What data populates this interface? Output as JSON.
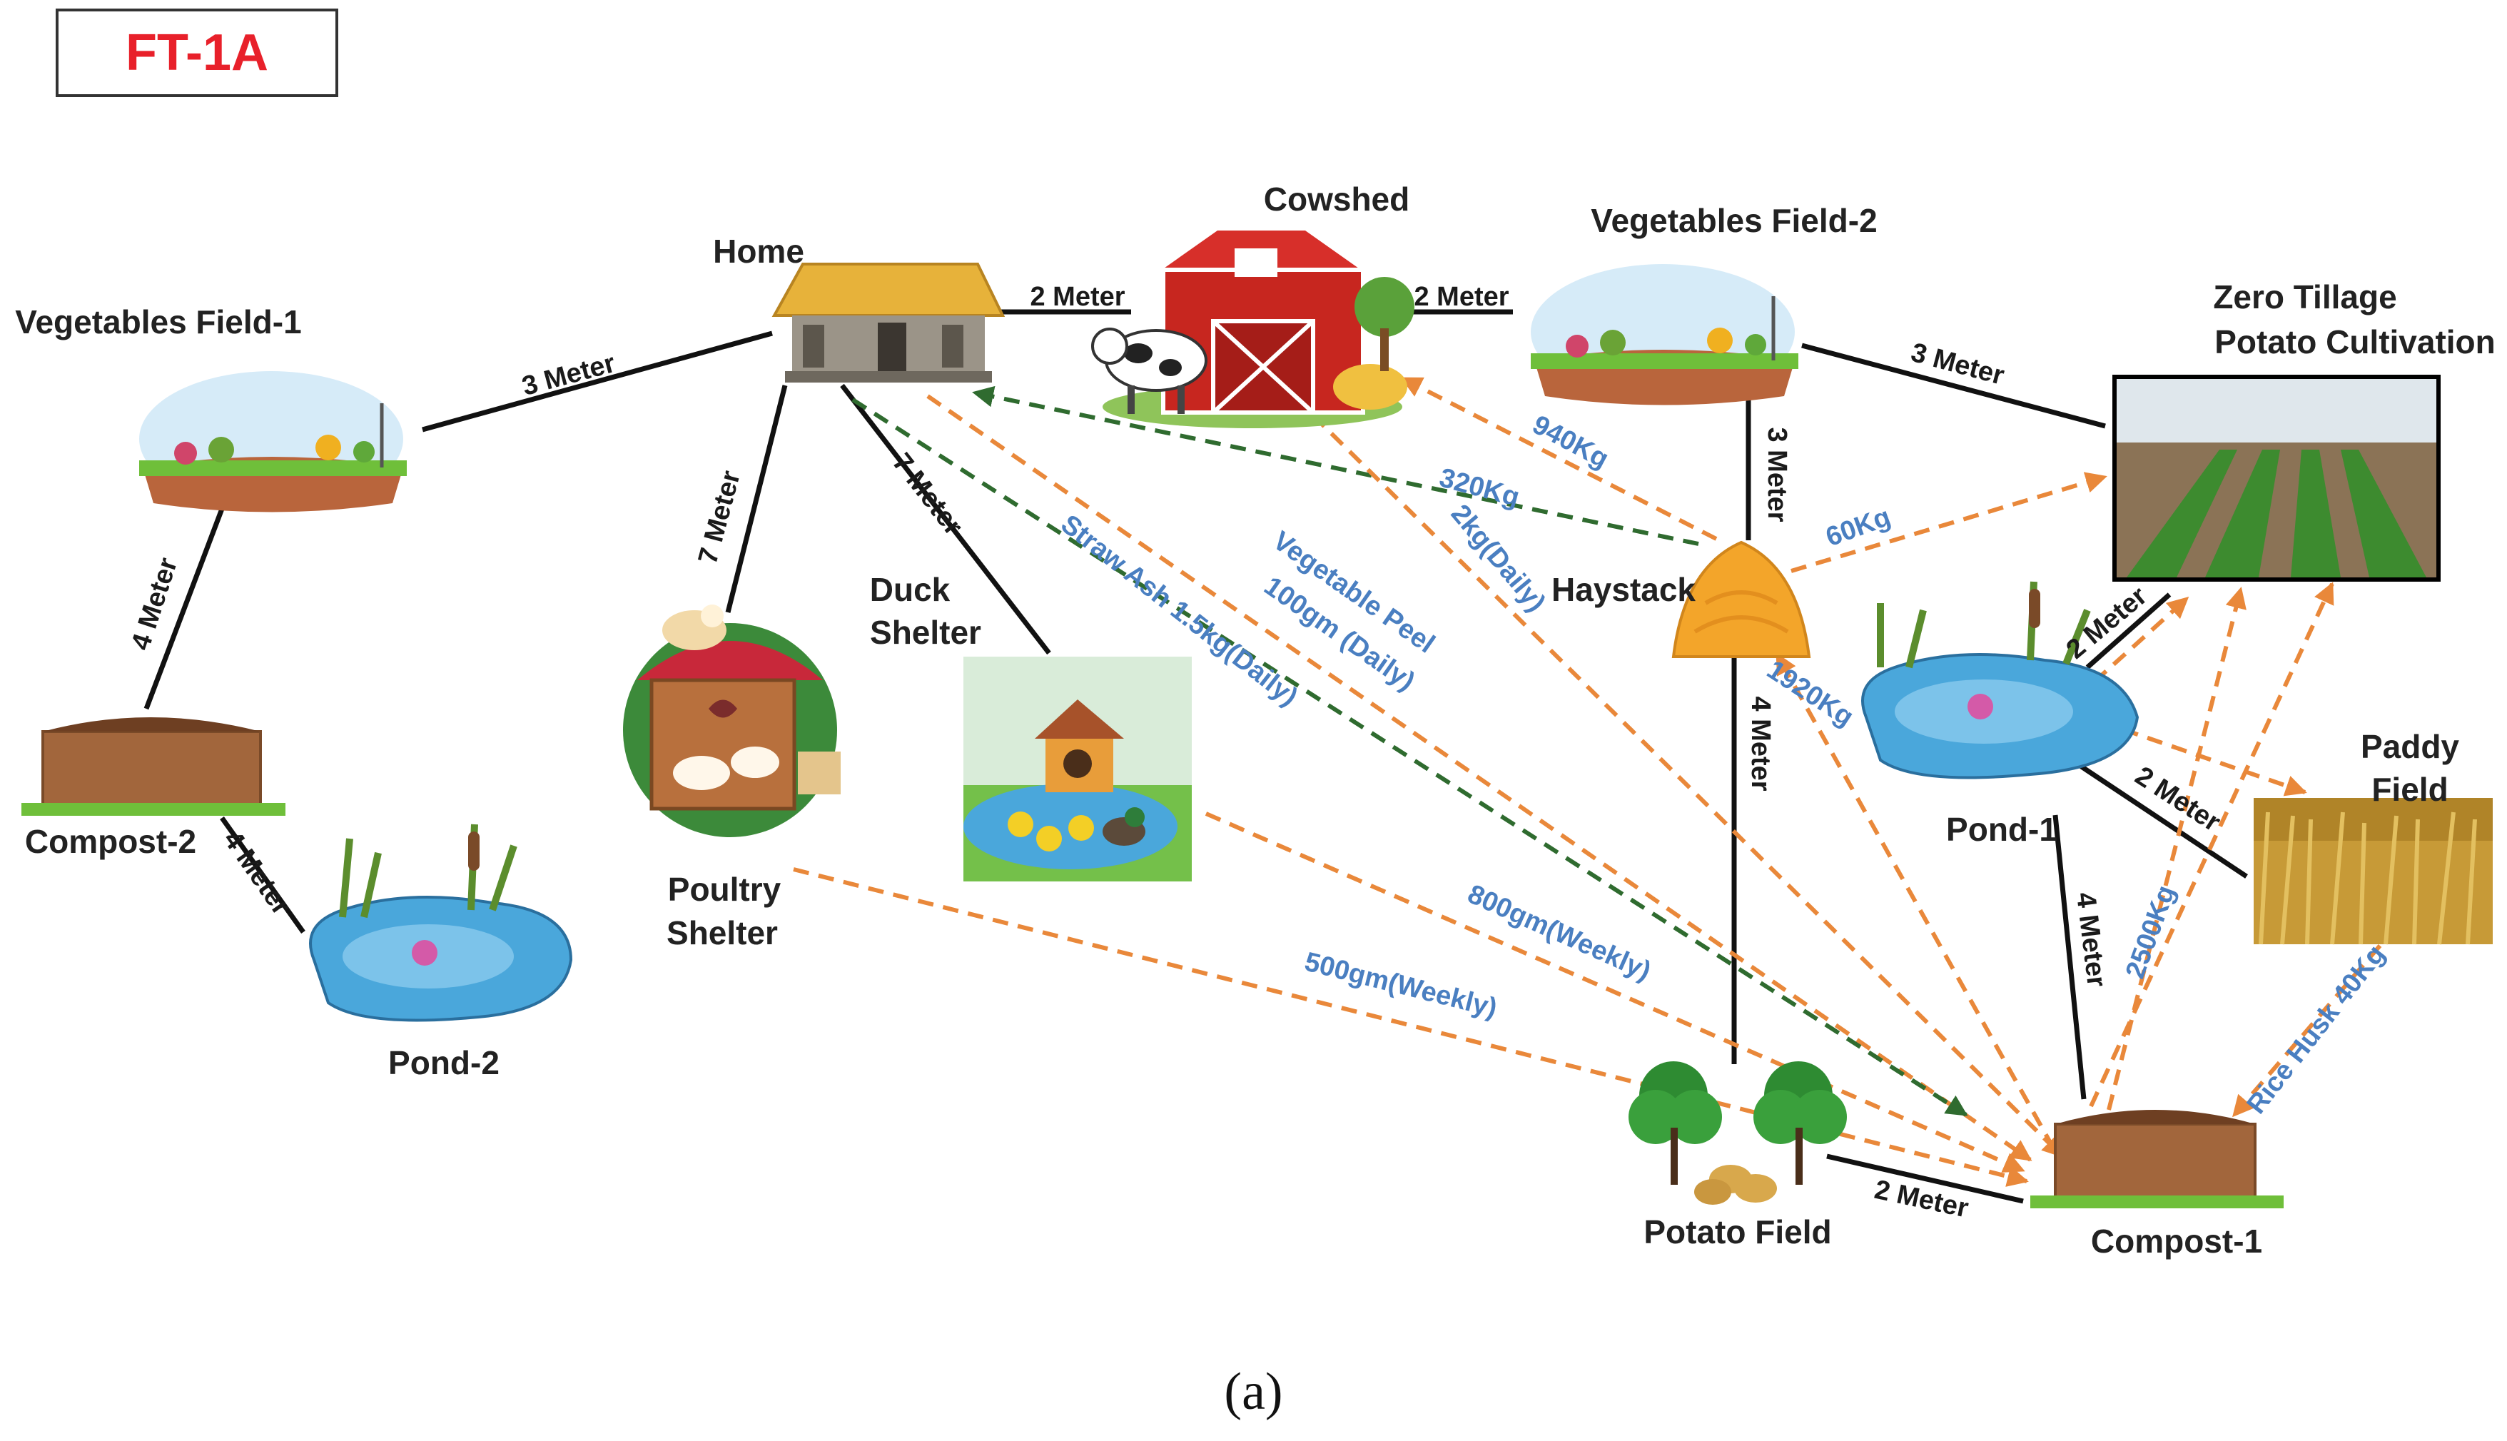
{
  "title": "FT-1A",
  "caption": "(a)",
  "colors": {
    "title_red": "#e8202a",
    "line_black": "#111111",
    "flow_orange": "#e9883a",
    "flow_green": "#2f6b2f",
    "flow_label_blue": "#4a7fc1"
  },
  "nodes": {
    "home": {
      "label": "Home",
      "icon": "hut-icon"
    },
    "cowshed": {
      "label": "Cowshed",
      "icon": "barn-icon"
    },
    "veg_field_2": {
      "label": "Vegetables Field-2",
      "icon": "vegetable-garden-icon"
    },
    "zero_tillage": {
      "label_line1": "Zero Tillage",
      "label_line2": "Potato Cultivation",
      "icon": "crop-field-photo-icon"
    },
    "veg_field_1": {
      "label": "Vegetables Field-1",
      "icon": "vegetable-garden-icon"
    },
    "compost_2": {
      "label": "Compost-2",
      "icon": "compost-heap-icon"
    },
    "pond_2": {
      "label": "Pond-2",
      "icon": "pond-icon"
    },
    "poultry": {
      "label_line1": "Poultry",
      "label_line2": "Shelter",
      "icon": "chicken-coop-icon"
    },
    "duck": {
      "label_line1": "Duck",
      "label_line2": "Shelter",
      "icon": "duck-house-icon"
    },
    "haystack": {
      "label": "Haystack",
      "icon": "haystack-icon"
    },
    "pond_1": {
      "label": "Pond-1",
      "icon": "pond-icon"
    },
    "paddy": {
      "label_line1": "Paddy",
      "label_line2": "Field",
      "icon": "paddy-field-photo-icon"
    },
    "potato_field": {
      "label": "Potato Field",
      "icon": "potato-plant-icon"
    },
    "compost_1": {
      "label": "Compost-1",
      "icon": "compost-heap-icon"
    }
  },
  "distances": {
    "home_cowshed": "2 Meter",
    "cowshed_veg2": "2 Meter",
    "veg2_zero": "3 Meter",
    "veg1_home": "3 Meter",
    "veg1_compost2": "4 Meter",
    "compost2_pond2": "4 Meter",
    "home_poultry": "7 Meter",
    "home_duck": "7 Meter",
    "veg2_haystack": "3 Meter",
    "haystack_potato": "4 Meter",
    "zero_pond1": "2 Meter",
    "pond1_paddy": "2 Meter",
    "pond1_compost1": "4 Meter",
    "potato_compost1": "2 Meter"
  },
  "flows": {
    "hay_cowshed": "940Kg",
    "hay_home": "320Kg",
    "cow_daily": "2kg(Daily)",
    "hay_zero": "60Kg",
    "vegetable_peel_1": "Vegetable Peel",
    "vegetable_peel_2": "100gm (Daily)",
    "straw_ash": "Straw Ash 1.5kg(Daily)",
    "hay_1920": "1920Kg",
    "compost_2500": "2500Kg",
    "rice_husk": "Rice Husk 40Kg",
    "duck_weekly": "800gm(Weekly)",
    "poultry_weekly": "500gm(Weekly)"
  }
}
